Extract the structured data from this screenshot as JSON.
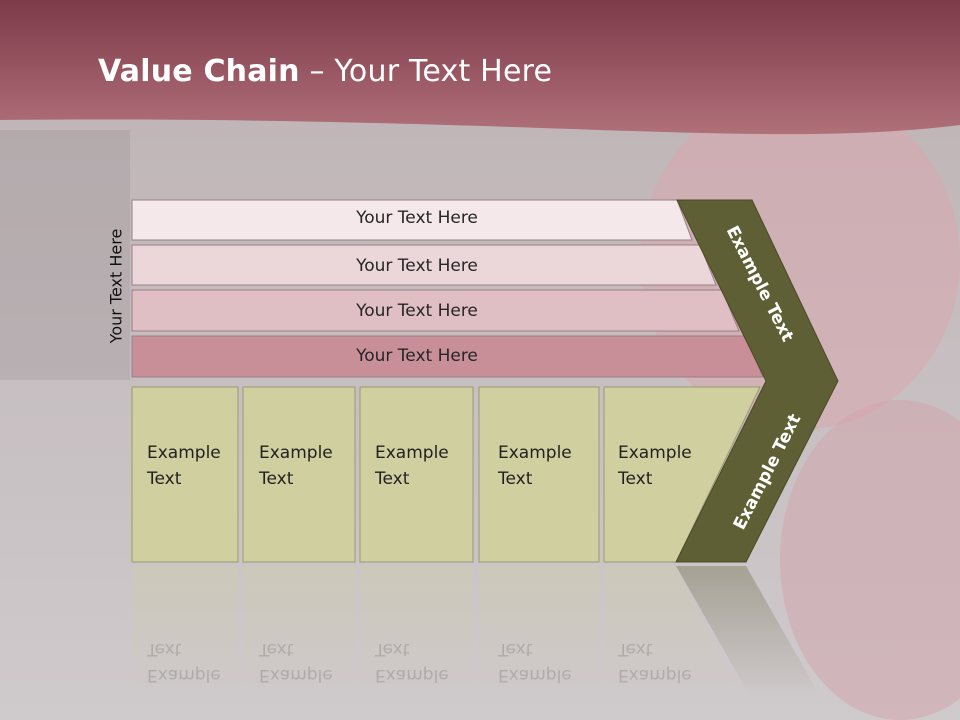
{
  "slide": {
    "title_bold": "Value Chain",
    "title_rest": " – Your Text Here"
  },
  "diagram": {
    "side_label": "Your Text Here",
    "bars": [
      {
        "label": "Your Text Here",
        "color": "#f4e8ea"
      },
      {
        "label": "Your Text Here",
        "color": "#ebd6d9"
      },
      {
        "label": "Your Text Here",
        "color": "#dfbfc4"
      },
      {
        "label": "Your Text Here",
        "color": "#c98f98"
      }
    ],
    "boxes": [
      {
        "line1": "Example",
        "line2": "Text"
      },
      {
        "line1": "Example",
        "line2": "Text"
      },
      {
        "line1": "Example",
        "line2": "Text"
      },
      {
        "line1": "Example",
        "line2": "Text"
      },
      {
        "line1": "Example",
        "line2": "Text"
      }
    ],
    "chevron_top_label": "Example Text",
    "chevron_bottom_label": "Example Text"
  },
  "colors": {
    "header": "#a05a66",
    "box_fill": "#cfcfa0",
    "chevron_fill": "#5f5f35"
  }
}
